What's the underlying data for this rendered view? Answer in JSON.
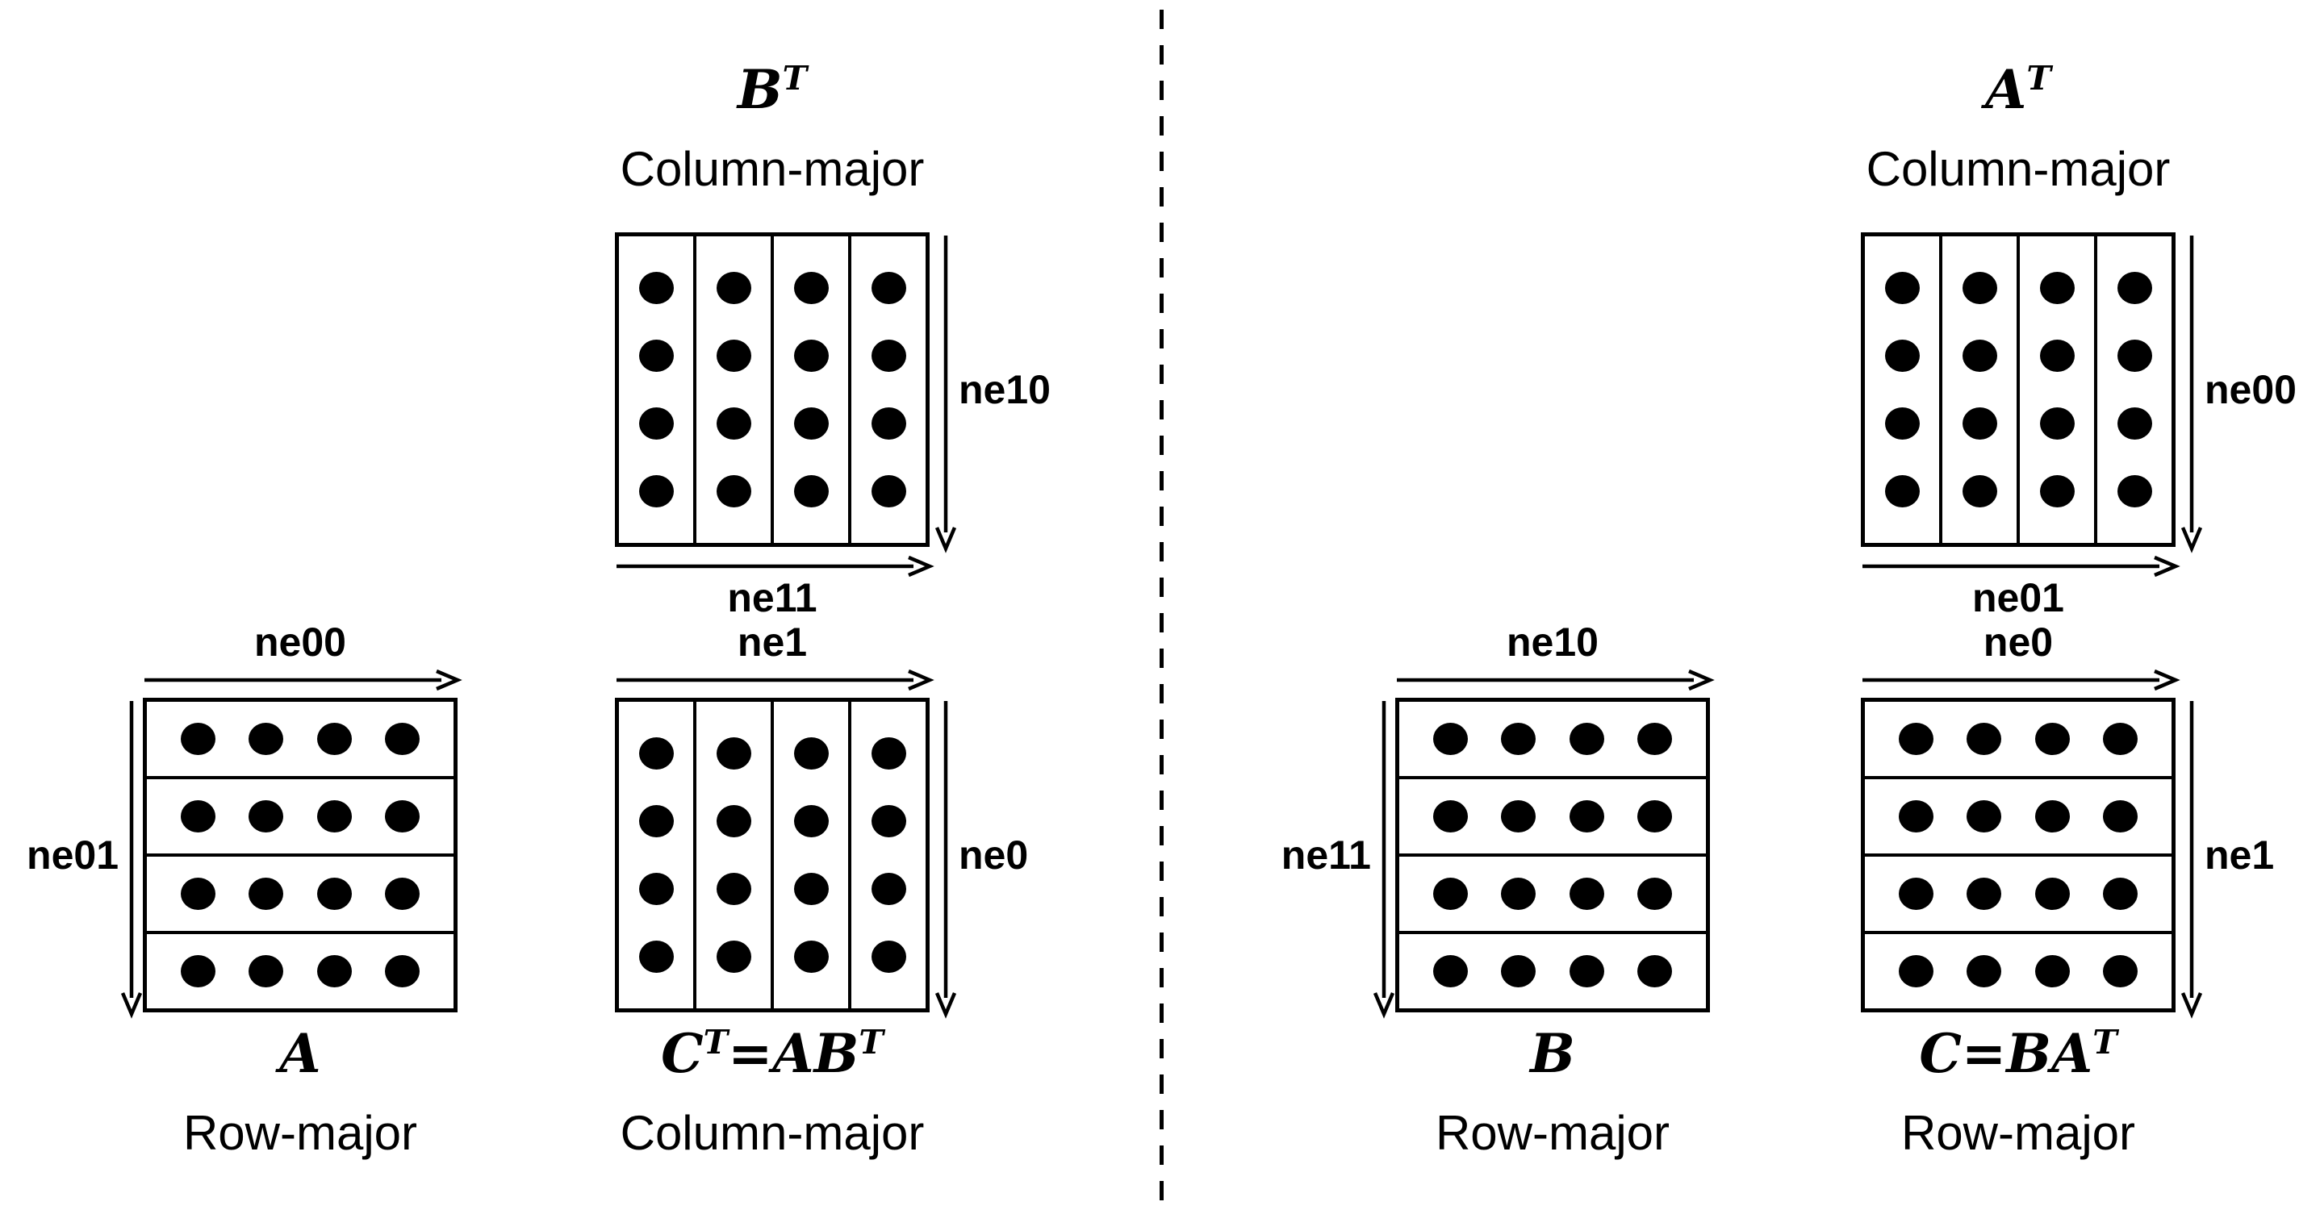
{
  "page": {
    "background": "#ffffff",
    "ink": "#000000"
  },
  "grid": {
    "strips": 4,
    "dots_per_strip": 4
  },
  "left_panel": {
    "b_transpose": {
      "name": [
        {
          "t": "B"
        },
        {
          "t": "T",
          "sup": true
        }
      ],
      "layout_label": "Column-major",
      "order": "column-major",
      "right_label": "ne10",
      "bottom_label": "ne11"
    },
    "a": {
      "name": [
        {
          "t": "A"
        }
      ],
      "layout_label": "Row-major",
      "order": "row-major",
      "top_label": "ne00",
      "left_label": "ne01"
    },
    "c_transpose": {
      "name": [
        {
          "t": "C"
        },
        {
          "t": "T",
          "sup": true
        },
        {
          "t": "=AB"
        },
        {
          "t": "T",
          "sup": true
        }
      ],
      "layout_label": "Column-major",
      "order": "column-major",
      "top_label": "ne1",
      "right_label": "ne0"
    }
  },
  "right_panel": {
    "a_transpose": {
      "name": [
        {
          "t": "A"
        },
        {
          "t": "T",
          "sup": true
        }
      ],
      "layout_label": "Column-major",
      "order": "column-major",
      "right_label": "ne00",
      "bottom_label": "ne01"
    },
    "b": {
      "name": [
        {
          "t": "B"
        }
      ],
      "layout_label": "Row-major",
      "order": "row-major",
      "top_label": "ne10",
      "left_label": "ne11"
    },
    "c": {
      "name": [
        {
          "t": "C=BA"
        },
        {
          "t": "T",
          "sup": true
        }
      ],
      "layout_label": "Row-major",
      "order": "row-major",
      "top_label": "ne0",
      "right_label": "ne1"
    }
  }
}
